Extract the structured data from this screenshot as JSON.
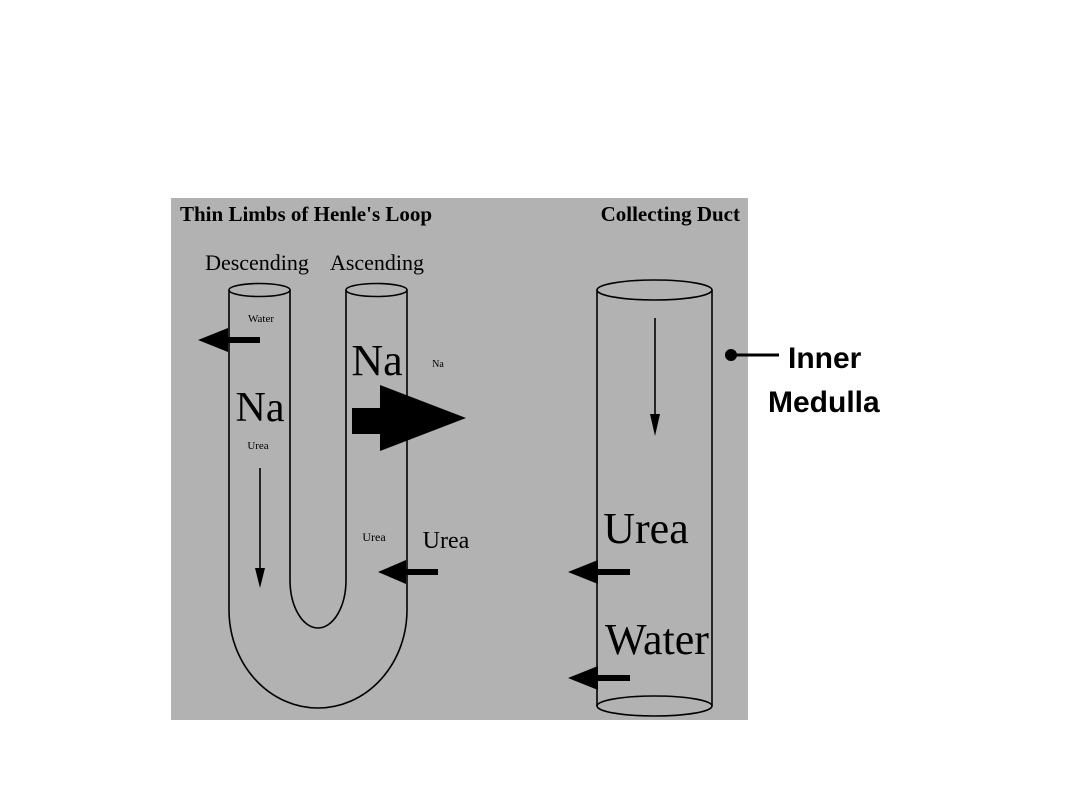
{
  "colors": {
    "panel_bg": "#b2b2b2",
    "ink": "#000000",
    "page_bg": "#ffffff"
  },
  "panel": {
    "title_left": "Thin Limbs of Henle's Loop",
    "title_right": "Collecting Duct"
  },
  "henle_loop": {
    "descending_label": "Descending",
    "ascending_label": "Ascending",
    "descending": {
      "water_small": "Water",
      "na_large": "Na",
      "urea_small": "Urea"
    },
    "ascending": {
      "na_large": "Na",
      "na_small": "Na",
      "urea_small": "Urea",
      "urea_large": "Urea"
    }
  },
  "collecting_duct": {
    "urea_label": "Urea",
    "water_label": "Water"
  },
  "callout": {
    "line1": "Inner",
    "line2": "Medulla"
  }
}
